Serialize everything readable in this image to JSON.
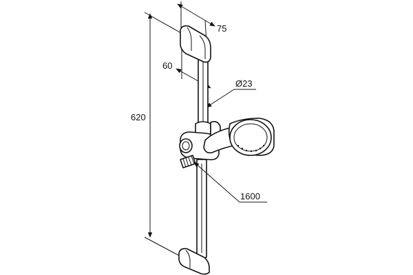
{
  "diagram": {
    "dimensions": {
      "total_height": "620",
      "depth_bracket": "75",
      "wall_offset": "60",
      "rail_diameter": "Ø23",
      "hose_length": "1600"
    }
  }
}
